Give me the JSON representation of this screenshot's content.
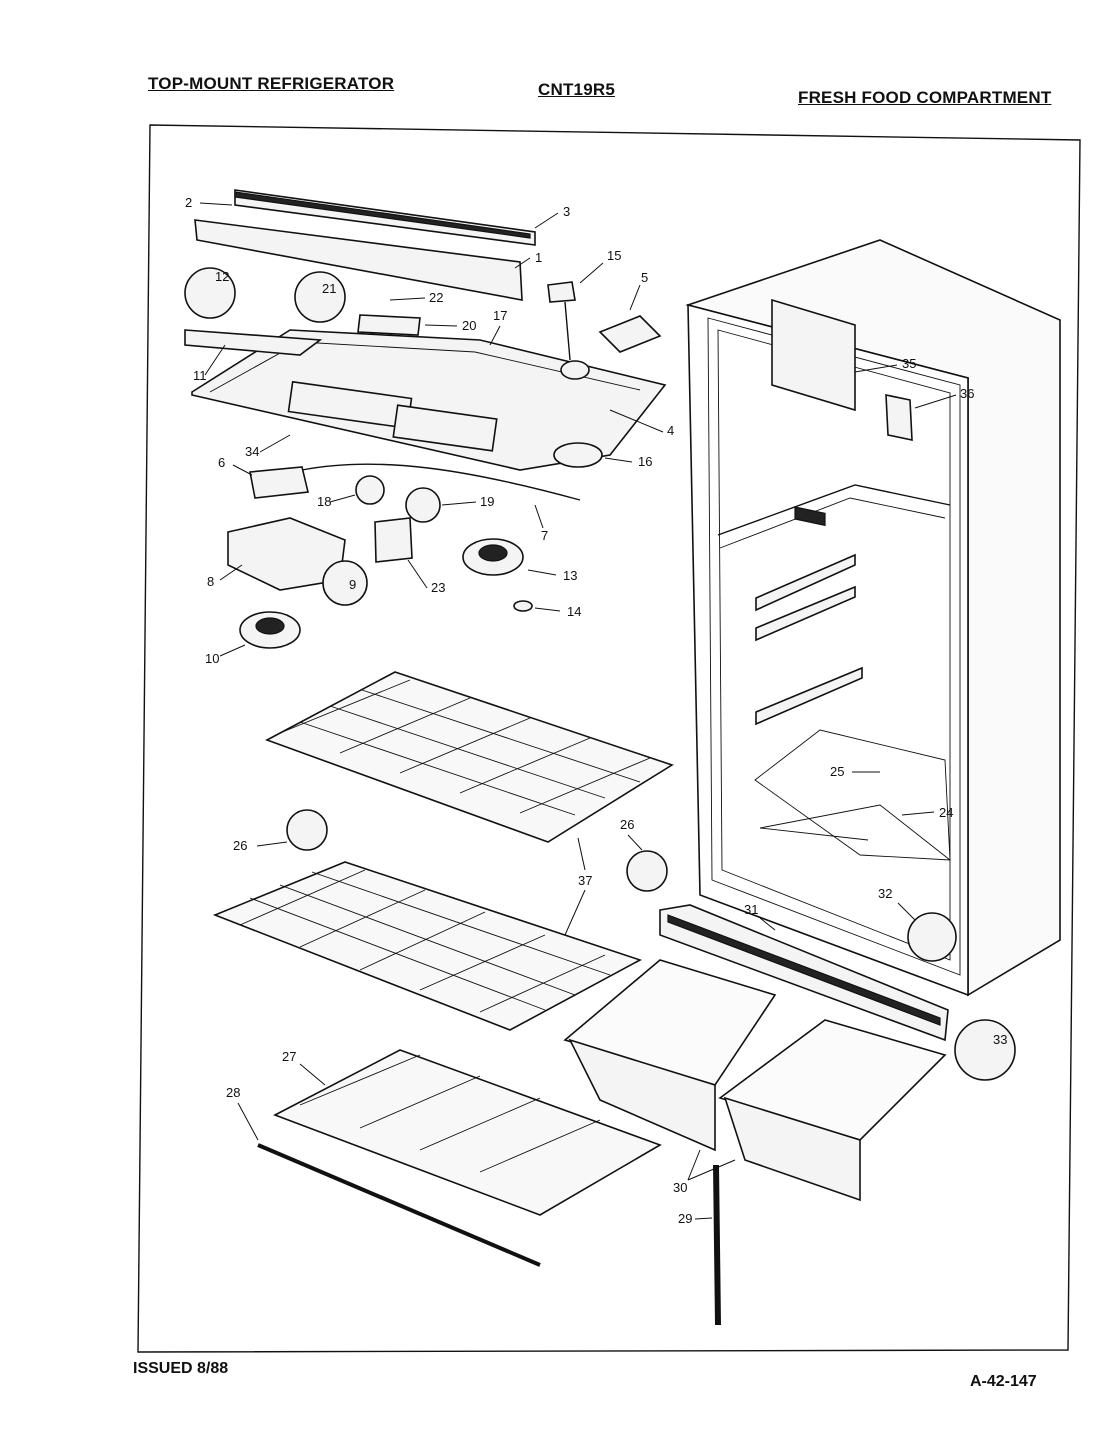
{
  "header": {
    "left": "TOP-MOUNT REFRIGERATOR",
    "center": "CNT19R5",
    "right": "FRESH FOOD COMPARTMENT"
  },
  "footer": {
    "left": "ISSUED 8/88",
    "right": "A-42-147"
  },
  "callouts": [
    "1",
    "2",
    "3",
    "4",
    "5",
    "6",
    "7",
    "8",
    "9",
    "10",
    "11",
    "12",
    "13",
    "14",
    "15",
    "16",
    "17",
    "18",
    "19",
    "20",
    "21",
    "22",
    "23",
    "24",
    "25",
    "26",
    "27",
    "28",
    "29",
    "30",
    "31",
    "32",
    "33",
    "34",
    "35",
    "36",
    "37"
  ]
}
